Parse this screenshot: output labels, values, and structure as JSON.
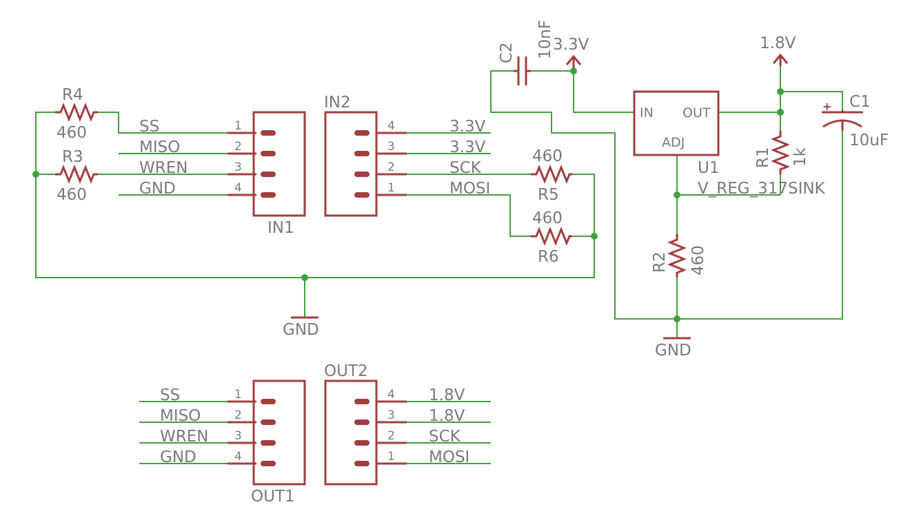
{
  "colors": {
    "wire": "#3fa13b",
    "part": "#a13e3e",
    "text": "#7a7a7a",
    "background": "#ffffff"
  },
  "connectors": {
    "in1": {
      "name": "IN1",
      "pins": [
        {
          "num": "1",
          "net": "SS"
        },
        {
          "num": "2",
          "net": "MISO"
        },
        {
          "num": "3",
          "net": "WREN"
        },
        {
          "num": "4",
          "net": "GND"
        }
      ]
    },
    "in2": {
      "name": "IN2",
      "pins": [
        {
          "num": "4",
          "net": "3.3V"
        },
        {
          "num": "3",
          "net": "3.3V"
        },
        {
          "num": "2",
          "net": "SCK"
        },
        {
          "num": "1",
          "net": "MOSI"
        }
      ]
    },
    "out1": {
      "name": "OUT1",
      "pins": [
        {
          "num": "1",
          "net": "SS"
        },
        {
          "num": "2",
          "net": "MISO"
        },
        {
          "num": "3",
          "net": "WREN"
        },
        {
          "num": "4",
          "net": "GND"
        }
      ]
    },
    "out2": {
      "name": "OUT2",
      "pins": [
        {
          "num": "4",
          "net": "1.8V"
        },
        {
          "num": "3",
          "net": "1.8V"
        },
        {
          "num": "2",
          "net": "SCK"
        },
        {
          "num": "1",
          "net": "MOSI"
        }
      ]
    }
  },
  "resistors": {
    "r1": {
      "name": "R1",
      "value": "1k"
    },
    "r2": {
      "name": "R2",
      "value": "460"
    },
    "r3": {
      "name": "R3",
      "value": "460"
    },
    "r4": {
      "name": "R4",
      "value": "460"
    },
    "r5": {
      "name": "R5",
      "value": "460"
    },
    "r6": {
      "name": "R6",
      "value": "460"
    }
  },
  "capacitors": {
    "c1": {
      "name": "C1",
      "value": "10uF",
      "polarity": "+"
    },
    "c2": {
      "name": "C2",
      "value": "10nF"
    }
  },
  "regulator": {
    "name": "U1",
    "value": "V_REG_317SINK",
    "pins": {
      "in": "IN",
      "out": "OUT",
      "adj": "ADJ"
    }
  },
  "supplies": {
    "v33": "3.3V",
    "v18": "1.8V",
    "gnd1": "GND",
    "gnd2": "GND"
  }
}
